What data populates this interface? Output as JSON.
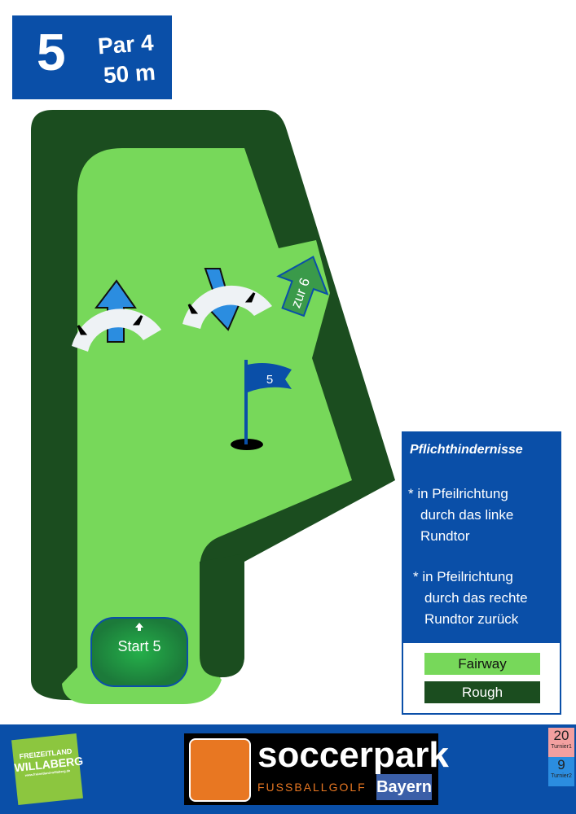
{
  "hole": {
    "number": "5",
    "par": "Par 4",
    "length": "50 m"
  },
  "map": {
    "flag_label": "5",
    "exit_label": "zur 6",
    "start_label": "Start 5"
  },
  "panel": {
    "title": "Pflichthindernisse",
    "rules": [
      "* in Pfeilrichtung",
      "durch das linke",
      "Rundtor",
      "* in Pfeilrichtung",
      "durch das rechte",
      "Rundtor zurück"
    ]
  },
  "legend": {
    "fairway": "Fairway",
    "rough": "Rough"
  },
  "colors": {
    "blue": "#0a4fa8",
    "fairway": "#77d85a",
    "rough": "#1b4d1f"
  },
  "footer": {
    "left_logo": [
      "FREIZEITLAND",
      "WILLABERG",
      "www.freizeitland-willaberg.de"
    ],
    "logo_main": "soccerpark",
    "logo_sub": "FUSSBALLGOLF",
    "logo_region": "Bayern",
    "badges": [
      {
        "value": "20",
        "label": "Turnier1"
      },
      {
        "value": "9",
        "label": "Turnier2"
      }
    ]
  }
}
